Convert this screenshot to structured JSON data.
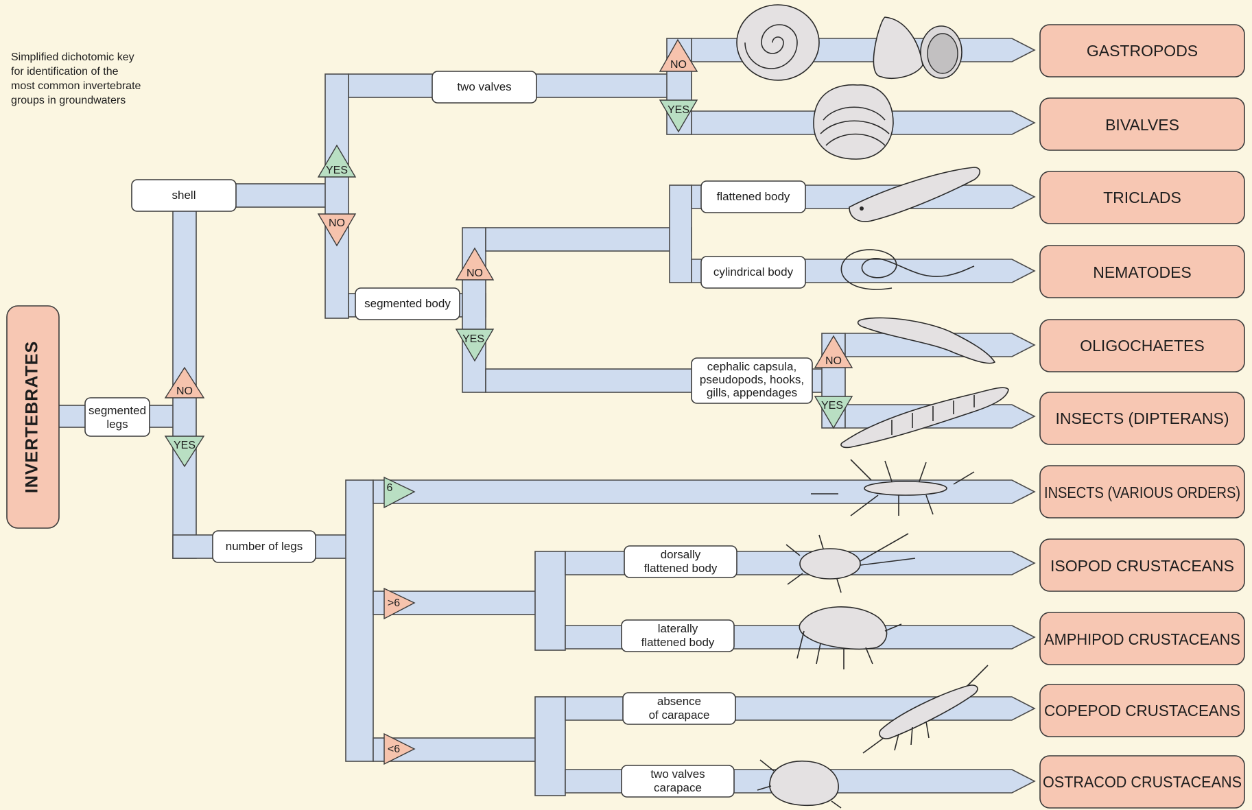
{
  "caption": [
    "Simplified dichotomic key",
    "for identification of the",
    "most common invertebrate",
    "groups in groundwaters"
  ],
  "root": "INVERTEBRATES",
  "questions": {
    "segmented_legs": [
      "segmented",
      "legs"
    ],
    "shell": [
      "shell"
    ],
    "two_valves": [
      "two valves"
    ],
    "segmented_body": [
      "segmented body"
    ],
    "flattened_body": [
      "flattened body"
    ],
    "cylindrical_body": [
      "cylindrical body"
    ],
    "cephalic": [
      "cephalic capsula,",
      "pseudopods, hooks,",
      "gills, appendages"
    ],
    "number_of_legs": [
      "number of legs"
    ],
    "dorsally": [
      "dorsally",
      "flattened body"
    ],
    "laterally": [
      "laterally",
      "flattened body"
    ],
    "absence": [
      "absence",
      "of carapace"
    ],
    "two_valves_carapace": [
      "two valves",
      "carapace"
    ]
  },
  "answers": {
    "yes": "YES",
    "no": "NO",
    "six": "6",
    "gt6": ">6",
    "lt6": "<6"
  },
  "results": [
    "GASTROPODS",
    "BIVALVES",
    "TRICLADS",
    "NEMATODES",
    "OLIGOCHAETES",
    "INSECTS (DIPTERANS)",
    "INSECTS (VARIOUS ORDERS)",
    "ISOPOD CRUSTACEANS",
    "AMPHIPOD CRUSTACEANS",
    "COPEPOD CRUSTACEANS",
    "OSTRACOD CRUSTACEANS"
  ],
  "colors": {
    "background": "#fbf6e1",
    "path": "#cfdcef",
    "result": "#f7c7b3",
    "yes": "#b9dfc3",
    "no": "#f6c3ad"
  },
  "icons": [
    "snail-shell-icon",
    "snail-icon",
    "clam-icon",
    "flatworm-icon",
    "roundworm-icon",
    "earthworm-icon",
    "dipteran-larva-icon",
    "insect-icon",
    "isopod-icon",
    "amphipod-icon",
    "copepod-icon",
    "ostracod-icon"
  ]
}
